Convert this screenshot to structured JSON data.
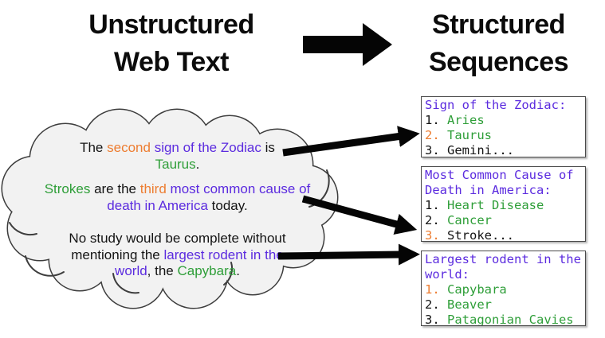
{
  "titles": {
    "left": [
      "Unstructured",
      "Web Text"
    ],
    "right": [
      "Structured",
      "Sequences"
    ]
  },
  "icons": {
    "main_arrow": "arrow-right",
    "connector_arrows": "arrow-right"
  },
  "colors": {
    "k": "#141414",
    "o": "#ED7D31",
    "p": "#5B2BDF",
    "g": "#2E9E38"
  },
  "cloud": {
    "sentences": [
      {
        "segments": [
          {
            "t": "The ",
            "c": "k"
          },
          {
            "t": "second",
            "c": "o"
          },
          {
            "t": " ",
            "c": "k"
          },
          {
            "t": "sign of the Zodiac",
            "c": "p"
          },
          {
            "t": " is",
            "c": "k"
          },
          {
            "br": true
          },
          {
            "t": "Taurus",
            "c": "g"
          },
          {
            "t": ".",
            "c": "k"
          }
        ]
      },
      {
        "segments": [
          {
            "t": "Strokes",
            "c": "g"
          },
          {
            "t": " are the ",
            "c": "k"
          },
          {
            "t": "third",
            "c": "o"
          },
          {
            "t": " ",
            "c": "k"
          },
          {
            "t": "most common cause of",
            "c": "p"
          },
          {
            "br": true
          },
          {
            "t": "death in America",
            "c": "p"
          },
          {
            "t": " today.",
            "c": "k"
          }
        ]
      },
      {
        "segments": [
          {
            "t": "No study would be complete without",
            "c": "k"
          },
          {
            "br": true
          },
          {
            "t": "mentioning the ",
            "c": "k"
          },
          {
            "t": "largest rodent in the",
            "c": "p"
          },
          {
            "br": true
          },
          {
            "t": "world",
            "c": "p"
          },
          {
            "t": ", the ",
            "c": "k"
          },
          {
            "t": "Capybara",
            "c": "g"
          },
          {
            "t": ".",
            "c": "k"
          }
        ]
      }
    ]
  },
  "boxes": [
    {
      "title_lines": [
        "Sign of the Zodiac:"
      ],
      "items": [
        {
          "num": "1.",
          "num_color": "k",
          "text": "Aries",
          "text_color": "g"
        },
        {
          "num": "2.",
          "num_color": "o",
          "text": "Taurus",
          "text_color": "g"
        },
        {
          "num": "3.",
          "num_color": "k",
          "text": "Gemini...",
          "text_color": "k"
        }
      ]
    },
    {
      "title_lines": [
        "Most Common Cause of",
        "Death in America:"
      ],
      "items": [
        {
          "num": "1.",
          "num_color": "k",
          "text": "Heart Disease",
          "text_color": "g"
        },
        {
          "num": "2.",
          "num_color": "k",
          "text": "Cancer",
          "text_color": "g"
        },
        {
          "num": "3.",
          "num_color": "o",
          "text": "Stroke...",
          "text_color": "k"
        }
      ]
    },
    {
      "title_lines": [
        "Largest rodent in the",
        "world:"
      ],
      "items": [
        {
          "num": "1.",
          "num_color": "o",
          "text": "Capybara",
          "text_color": "g"
        },
        {
          "num": "2.",
          "num_color": "k",
          "text": "Beaver",
          "text_color": "g"
        },
        {
          "num": "3.",
          "num_color": "k",
          "text": "Patagonian Cavies",
          "text_color": "g"
        }
      ]
    }
  ]
}
